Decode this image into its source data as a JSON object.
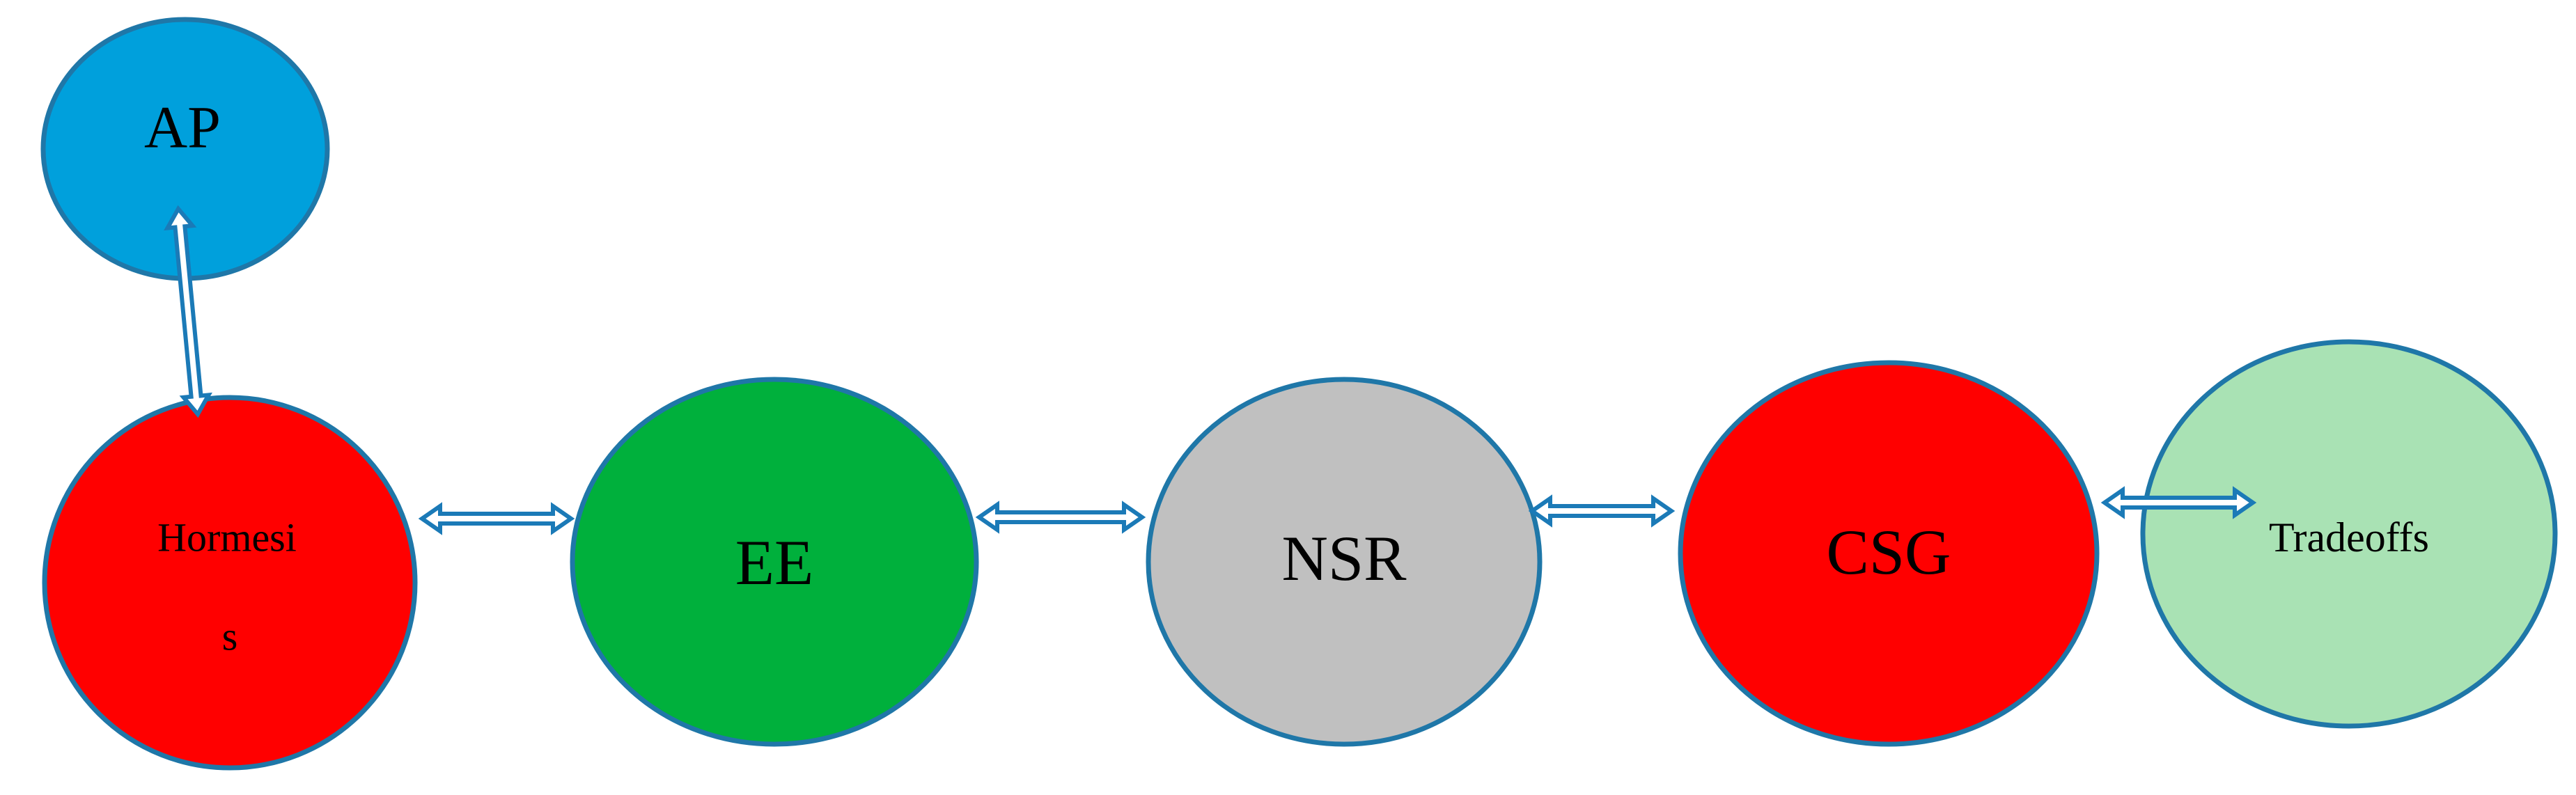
{
  "colors": {
    "outline": "#1f77a8",
    "connector": "#1b7ab7",
    "ap_fill": "#00a0dc",
    "hormesis_fill": "#ff0000",
    "ee_fill": "#00b03c",
    "nsr_fill": "#c0c0c0",
    "csg_fill": "#ff0000",
    "tradeoffs_fill": "#a9e2b4"
  },
  "nodes": {
    "ap": {
      "label": "AP"
    },
    "hormesis": {
      "label_line1": "Hormesi",
      "label_line2": "s"
    },
    "ee": {
      "label": "EE"
    },
    "nsr": {
      "label": "NSR"
    },
    "csg": {
      "label": "CSG"
    },
    "tradeoffs": {
      "label": "Tradeoffs"
    }
  }
}
